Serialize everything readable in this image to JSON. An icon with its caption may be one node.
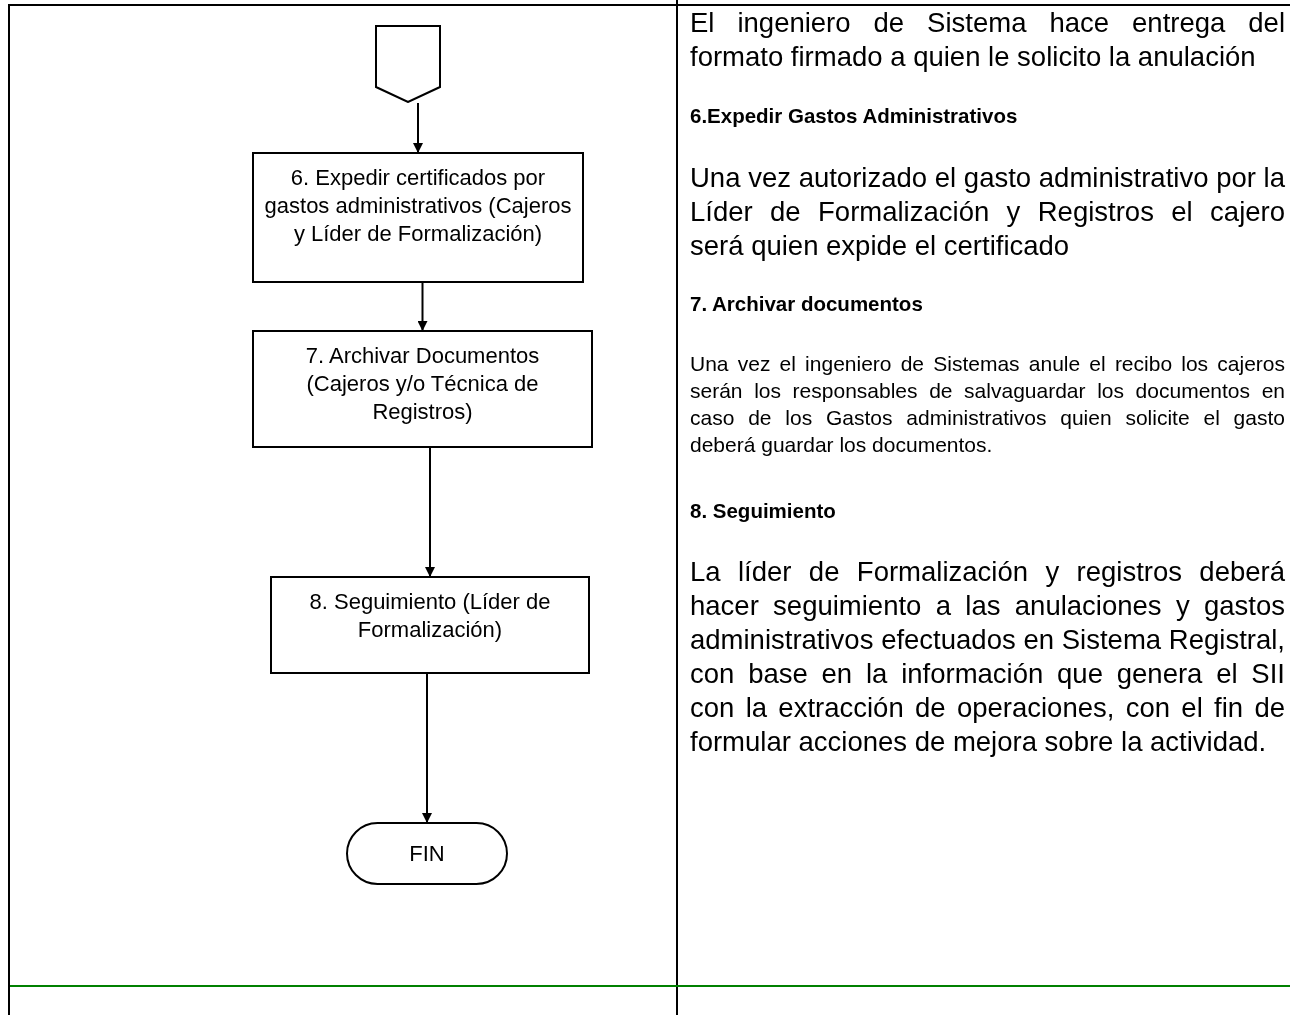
{
  "diagram": {
    "nodes": [
      {
        "text": [],
        "shape": "pentagon"
      },
      {
        "text": [
          "6. Expedir certificados por gastos administrativos (Cajeros y Líder de Formalización)"
        ]
      },
      {
        "text": [
          "7. Archivar Documentos (Cajeros y/o Técnica de Registros)"
        ]
      },
      {
        "text": [
          "8. Seguimiento  (Líder de Formalización)"
        ]
      },
      {
        "text": [
          "FIN"
        ]
      }
    ],
    "edges": [
      {
        "from": 0,
        "to": 1,
        "arrow": "to"
      },
      {
        "from": 1,
        "to": 2,
        "arrow": "to"
      },
      {
        "from": 2,
        "to": 3,
        "arrow": "to"
      },
      {
        "from": 3,
        "to": 4,
        "arrow": "to"
      }
    ],
    "labels": [
      "El ingeniero de Sistema hace entrega del formato firmado a quien le solicito la anulación",
      "6.Expedir Gastos Administrativos",
      "Una vez autorizado el gasto administrativo por la Líder de Formalización y Registros el cajero será quien expide el certificado",
      "7.  Archivar documentos",
      "Una vez el ingeniero de Sistemas anule el recibo los cajeros serán los responsables de salvaguardar los documentos en caso de los Gastos administrativos quien solicite el gasto deberá guardar los documentos.",
      "8. Seguimiento",
      "La líder de Formalización y registros deberá hacer seguimiento a las anulaciones y gastos administrativos efectuados en Sistema  Registral, con base en la información que genera el SII con la extracción de operaciones, con el fin de formular acciones de mejora sobre la actividad."
    ]
  }
}
